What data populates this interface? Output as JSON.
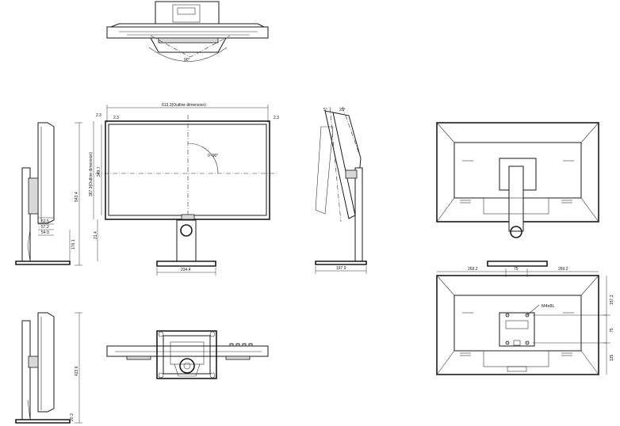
{
  "dimensions": {
    "outline_width": "613.3(Outline dimension)",
    "outline_height": "367.3(Outline dimension)",
    "bezel_top_left": "2.3",
    "bezel_top_right": "2.3",
    "side_bezel": "2.3",
    "inner_height": "349.7",
    "overall_height": "543.4",
    "bottom_gap": "21.4",
    "stand_width": "234.4",
    "stand_depth": "197.9",
    "side_pitch_1": "63.5",
    "side_pitch_2": "57.2",
    "side_pitch_3": "54.9",
    "stand_min_height": "176.1",
    "min_height_side": "423.6",
    "foot_height": "20.3",
    "top_rotation": "90°",
    "front_rotation": "0~90°",
    "tilt_forward": "5°",
    "tilt_back": "20°",
    "vesa_left": "269.2",
    "vesa_center": "75",
    "vesa_right": "269.2",
    "vesa_top": "157.3",
    "vesa_mid": "75",
    "vesa_bottom": "135",
    "screw_label": "M4x8L"
  }
}
